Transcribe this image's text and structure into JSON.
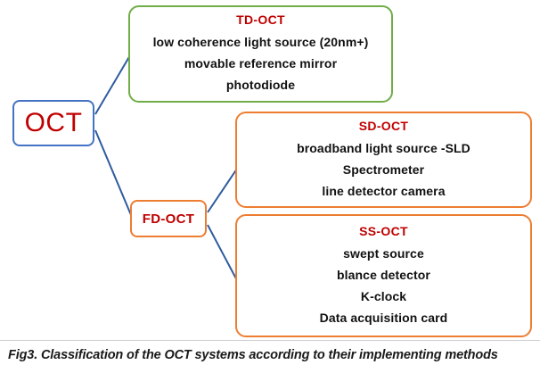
{
  "figure": {
    "caption": "Fig3. Classification of the OCT systems according to their implementing methods"
  },
  "colors": {
    "root_border": "#4472C4",
    "td_border": "#70AD47",
    "fd_border": "#ED7D31",
    "sd_border": "#ED7D31",
    "ss_border": "#ED7D31",
    "title_text": "#C00000",
    "body_text": "#111111",
    "connector": "#2E5B9E"
  },
  "diagram": {
    "type": "tree",
    "root": {
      "label": "OCT"
    },
    "branches": [
      {
        "id": "td-oct",
        "title": "TD-OCT",
        "items": [
          "low coherence light source (20nm+)",
          "movable reference mirror",
          "photodiode"
        ]
      },
      {
        "id": "fd-oct",
        "title": "FD-OCT",
        "children": [
          {
            "id": "sd-oct",
            "title": "SD-OCT",
            "items": [
              "broadband light source -SLD",
              "Spectrometer",
              "line detector camera"
            ]
          },
          {
            "id": "ss-oct",
            "title": "SS-OCT",
            "items": [
              "swept source",
              "blance detector",
              "K-clock",
              "Data acquisition card"
            ]
          }
        ]
      }
    ]
  }
}
